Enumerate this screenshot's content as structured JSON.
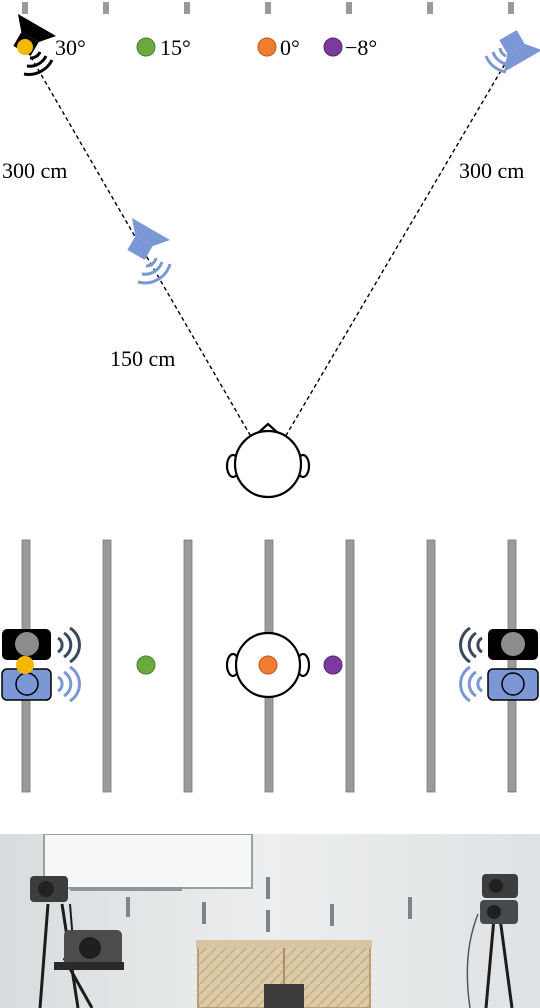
{
  "legend": {
    "items": [
      {
        "label": "30°",
        "color": "#F5B800"
      },
      {
        "label": "15°",
        "color": "#6AAA3F"
      },
      {
        "label": "0°",
        "color": "#F07E2E"
      },
      {
        "label": "−8°",
        "color": "#7B3A9E"
      }
    ]
  },
  "top_view": {
    "left_distance": "300 cm",
    "right_distance": "300 cm",
    "near_distance": "150 cm"
  },
  "colors": {
    "loudspeaker_black": "#000000",
    "loudspeaker_blue": "#7C97D6",
    "pole_gray": "#9A9A9A",
    "speaker_cone_gray": "#8C8C8C"
  },
  "icons": {
    "speaker_left": "loudspeaker-icon",
    "speaker_right": "loudspeaker-icon",
    "speaker_near": "loudspeaker-icon",
    "listener": "listener-head-icon"
  }
}
